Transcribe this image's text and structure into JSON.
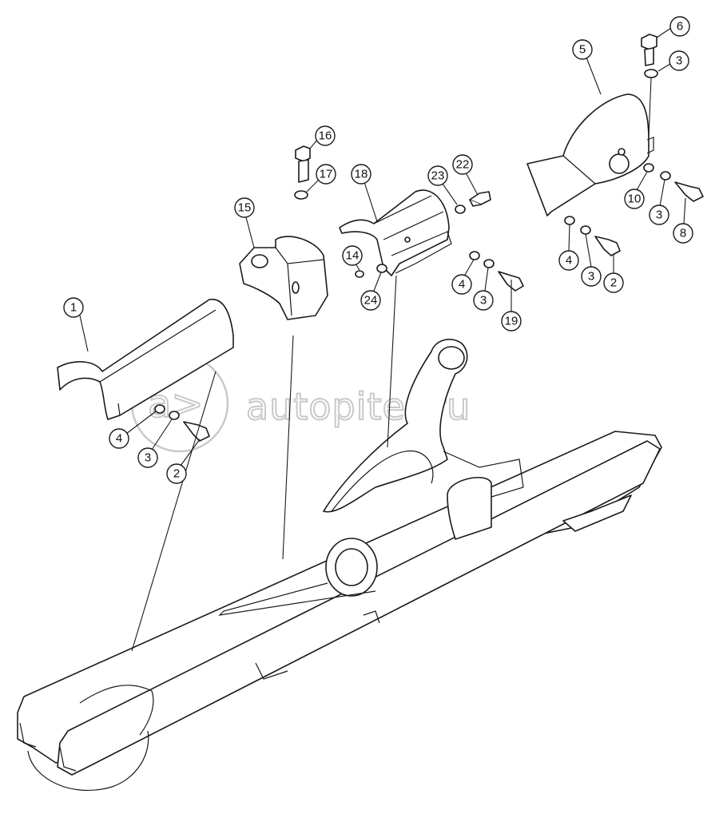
{
  "watermark": {
    "text": "autopiter.ru",
    "color": "#c9c9c9"
  },
  "callouts": [
    {
      "id": "c1",
      "label": "1"
    },
    {
      "id": "c2a",
      "label": "2"
    },
    {
      "id": "c3a",
      "label": "3"
    },
    {
      "id": "c4a",
      "label": "4"
    },
    {
      "id": "c5",
      "label": "5"
    },
    {
      "id": "c6",
      "label": "6"
    },
    {
      "id": "c3b",
      "label": "3"
    },
    {
      "id": "c16",
      "label": "16"
    },
    {
      "id": "c17",
      "label": "17"
    },
    {
      "id": "c18",
      "label": "18"
    },
    {
      "id": "c23",
      "label": "23"
    },
    {
      "id": "c22",
      "label": "22"
    },
    {
      "id": "c15",
      "label": "15"
    },
    {
      "id": "c14",
      "label": "14"
    },
    {
      "id": "c24",
      "label": "24"
    },
    {
      "id": "c4b",
      "label": "4"
    },
    {
      "id": "c3c",
      "label": "3"
    },
    {
      "id": "c19",
      "label": "19"
    },
    {
      "id": "c10",
      "label": "10"
    },
    {
      "id": "c3d",
      "label": "3"
    },
    {
      "id": "c8",
      "label": "8"
    },
    {
      "id": "c4c",
      "label": "4"
    },
    {
      "id": "c3e",
      "label": "3"
    },
    {
      "id": "c2b",
      "label": "2"
    }
  ]
}
